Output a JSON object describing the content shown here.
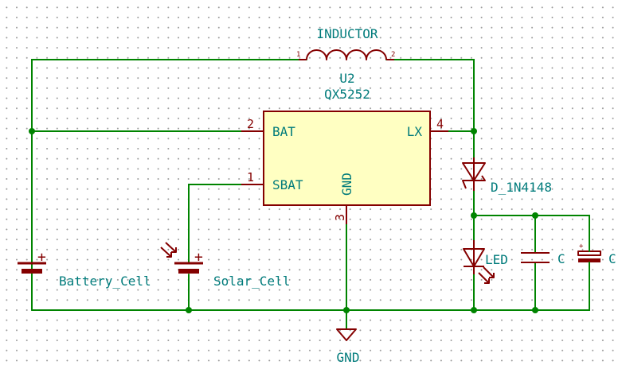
{
  "inductor": {
    "name": "INDUCTOR",
    "pin1": "1",
    "pin2": "2"
  },
  "ic": {
    "ref": "U2",
    "value": "QX5252",
    "pins": {
      "bat": {
        "name": "BAT",
        "num": "2"
      },
      "sbat": {
        "name": "SBAT",
        "num": "1"
      },
      "lx": {
        "name": "LX",
        "num": "4"
      },
      "gnd": {
        "name": "GND",
        "num": "3"
      }
    }
  },
  "diode": {
    "name": "D_1N4148"
  },
  "led": {
    "name": "LED"
  },
  "capacitor": {
    "name": "C"
  },
  "polarized_capacitor": {
    "name": "C"
  },
  "battery": {
    "name": "Battery_Cell",
    "plus": "+"
  },
  "solar": {
    "name": "Solar_Cell",
    "plus": "+"
  },
  "ground": {
    "name": "GND"
  },
  "colors": {
    "wire": "#008400",
    "component": "#840000",
    "ic_fill": "#ffffc2",
    "label": "#007b7b"
  }
}
